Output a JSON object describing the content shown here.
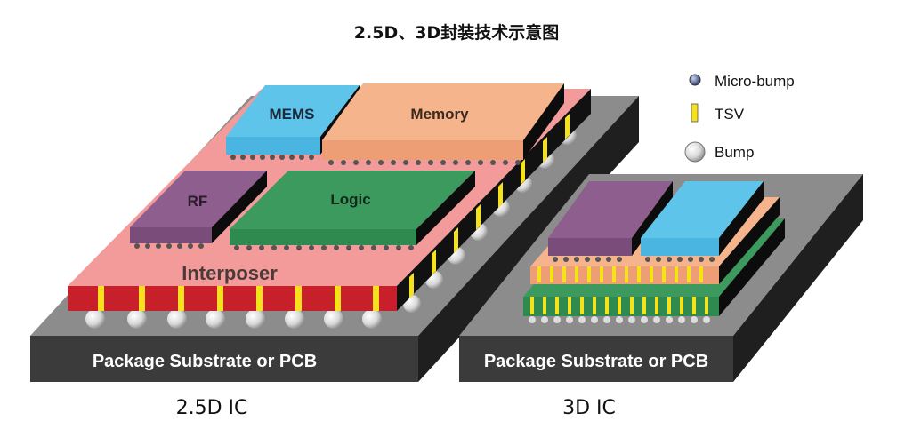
{
  "title": "2.5D、3D封装技术示意图",
  "legend": {
    "micro_bump": "Micro-bump",
    "tsv": "TSV",
    "bump": "Bump"
  },
  "left_diagram": {
    "caption": "2.5D IC",
    "substrate": "Package Substrate or PCB",
    "interposer": "Interposer",
    "chips": {
      "mems": "MEMS",
      "memory": "Memory",
      "rf": "RF",
      "logic": "Logic"
    }
  },
  "right_diagram": {
    "caption": "3D IC",
    "substrate": "Package Substrate or PCB"
  },
  "colors": {
    "substrate_front": "#3b3b3b",
    "substrate_top": "#8c8c8c",
    "interposer_top": "#f39a9a",
    "interposer_front": "#c8202a",
    "mems": "#5ec4ea",
    "memory": "#f6b48c",
    "rf": "#8e5f8e",
    "logic": "#3c9a5f",
    "tsv": "#f5e11c"
  }
}
